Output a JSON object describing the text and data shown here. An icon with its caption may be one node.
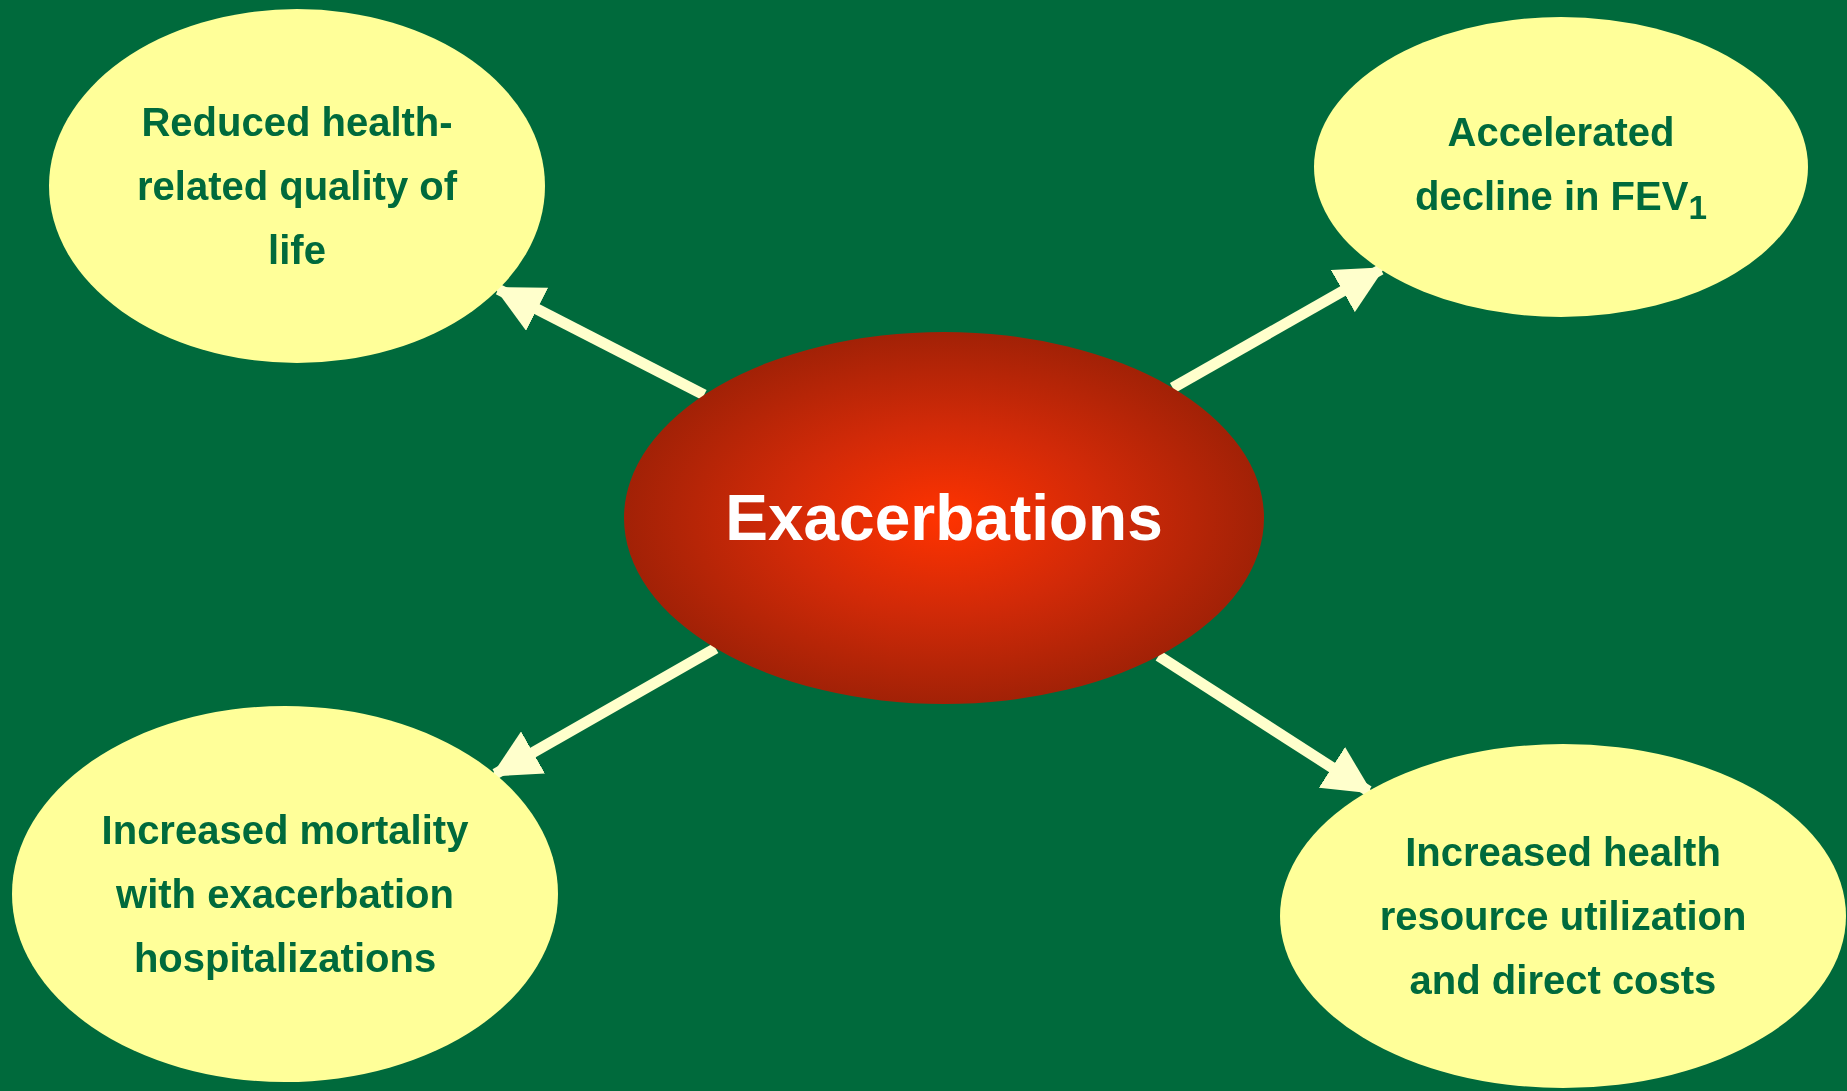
{
  "diagram": {
    "nodes": [
      {
        "text": [
          "Exacerbations"
        ]
      },
      {
        "text": [
          "Reduced health-related quality of life"
        ]
      },
      {
        "text": [
          "Accelerated decline in FEV$_{1}$"
        ]
      },
      {
        "text": [
          "Increased mortality with exacerbation hospitalizations"
        ]
      },
      {
        "text": [
          "Increased health resource utilization and direct costs"
        ]
      }
    ],
    "edges": [
      {
        "from": 0,
        "to": 1,
        "arrow": "to"
      },
      {
        "from": 0,
        "to": 2,
        "arrow": "to"
      },
      {
        "from": 0,
        "to": 3,
        "arrow": "to"
      },
      {
        "from": 0,
        "to": 4,
        "arrow": "to"
      }
    ]
  }
}
